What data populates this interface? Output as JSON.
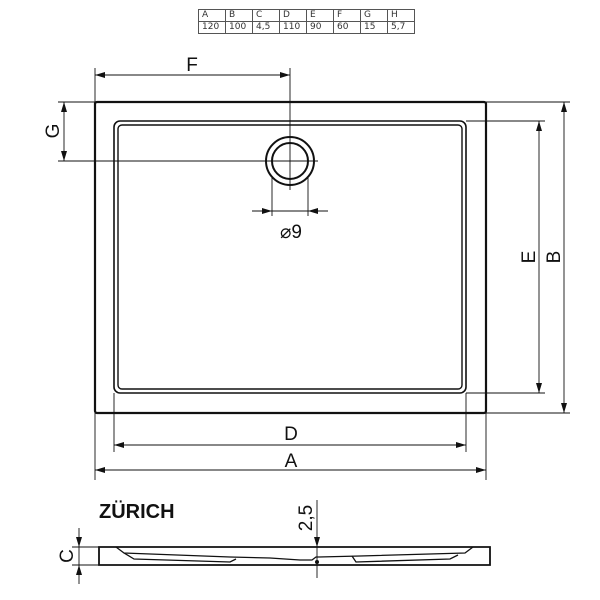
{
  "table": {
    "headers": [
      "A",
      "B",
      "C",
      "D",
      "E",
      "F",
      "G",
      "H"
    ],
    "values": [
      "120",
      "100",
      "4,5",
      "110",
      "90",
      "60",
      "15",
      "5,7"
    ]
  },
  "plan_view": {
    "labels": {
      "F": "F",
      "G": "G",
      "drain_diameter": "⌀9",
      "E": "E",
      "B": "B",
      "D": "D",
      "A": "A"
    }
  },
  "profile_view": {
    "title": "ZÜRICH",
    "labels": {
      "C": "C",
      "depth": "2,5"
    }
  }
}
